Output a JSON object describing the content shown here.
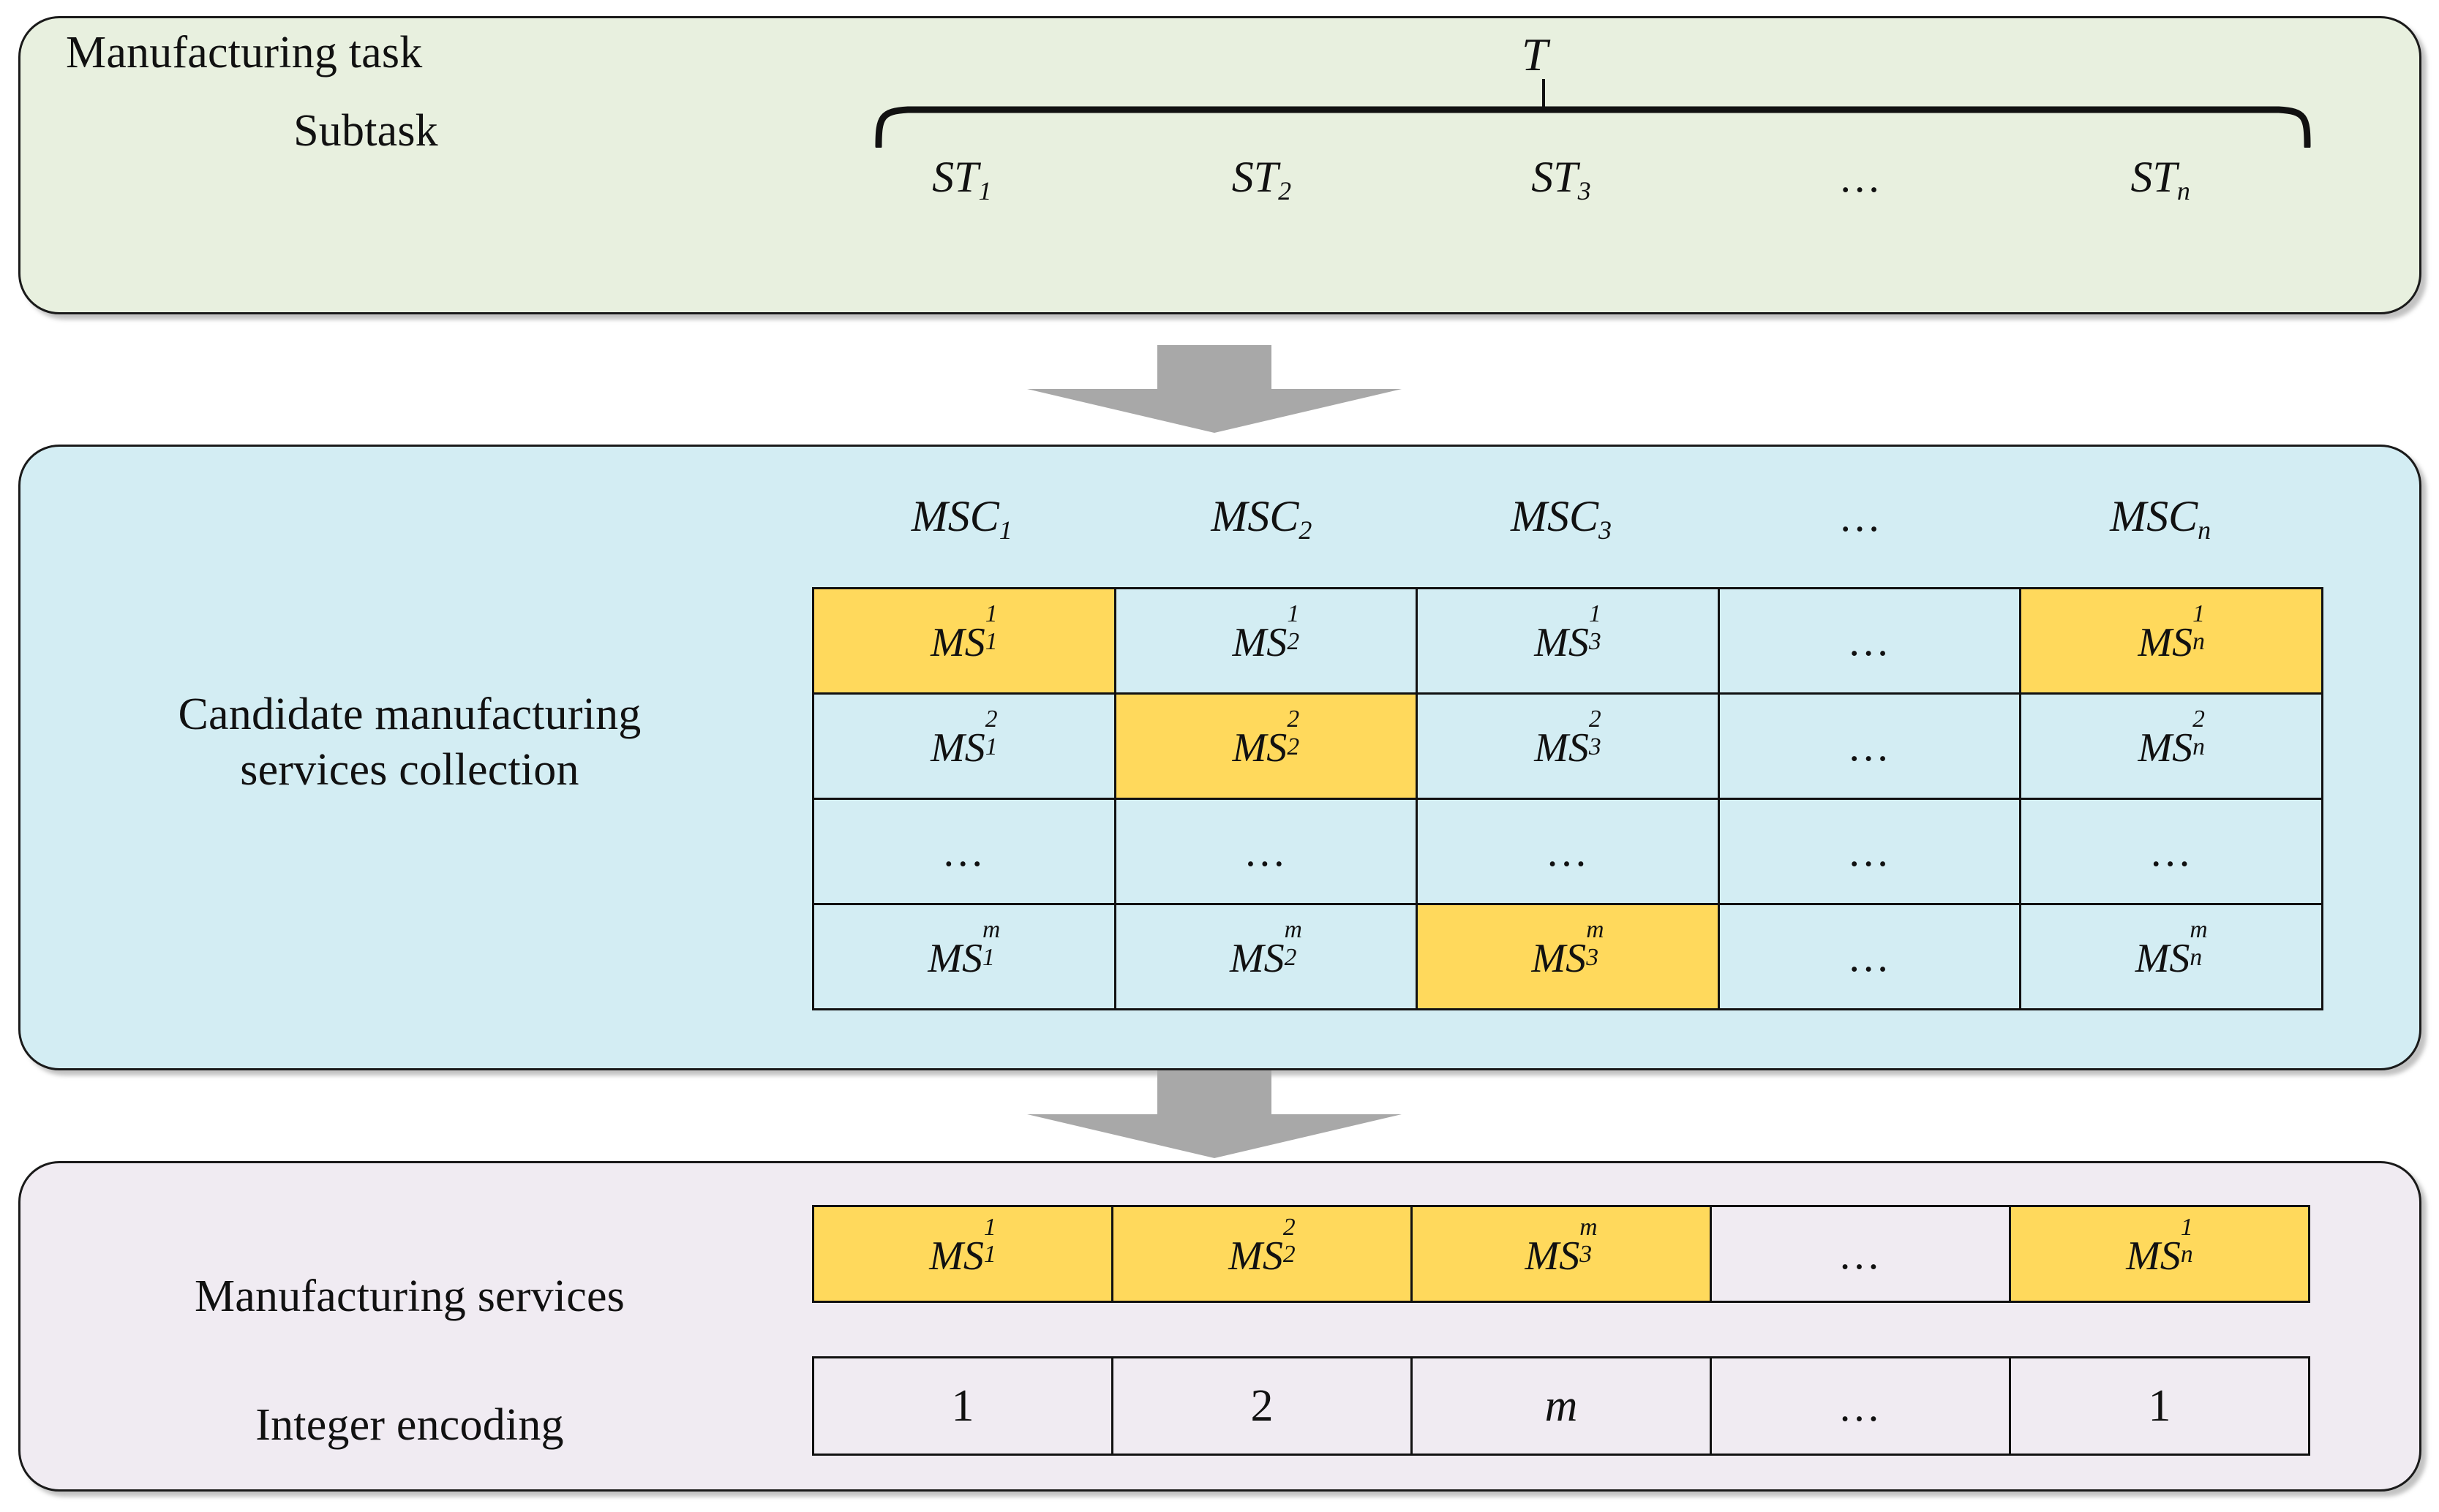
{
  "panels": {
    "task": {
      "label_task": "Manufacturing task",
      "label_subtask": "Subtask",
      "task_symbol": "T",
      "bg": "#e8f0df",
      "subtasks": [
        {
          "base": "ST",
          "sub": "1"
        },
        {
          "base": "ST",
          "sub": "2"
        },
        {
          "base": "ST",
          "sub": "3"
        },
        {
          "base": "…",
          "sub": ""
        },
        {
          "base": "ST",
          "sub": "n"
        }
      ]
    },
    "candidate": {
      "label": "Candidate manufacturing\nservices collection",
      "bg": "#d3edf3",
      "headers": [
        {
          "base": "MSC",
          "sub": "1"
        },
        {
          "base": "MSC",
          "sub": "2"
        },
        {
          "base": "MSC",
          "sub": "3"
        },
        {
          "base": "…",
          "sub": ""
        },
        {
          "base": "MSC",
          "sub": "n"
        }
      ],
      "grid": [
        [
          {
            "base": "MS",
            "sub": "1",
            "sup": "1",
            "highlight": true
          },
          {
            "base": "MS",
            "sub": "2",
            "sup": "1",
            "highlight": false
          },
          {
            "base": "MS",
            "sub": "3",
            "sup": "1",
            "highlight": false
          },
          {
            "base": "…",
            "sub": "",
            "sup": "",
            "highlight": false
          },
          {
            "base": "MS",
            "sub": "n",
            "sup": "1",
            "highlight": true
          }
        ],
        [
          {
            "base": "MS",
            "sub": "1",
            "sup": "2",
            "highlight": false
          },
          {
            "base": "MS",
            "sub": "2",
            "sup": "2",
            "highlight": true
          },
          {
            "base": "MS",
            "sub": "3",
            "sup": "2",
            "highlight": false
          },
          {
            "base": "…",
            "sub": "",
            "sup": "",
            "highlight": false
          },
          {
            "base": "MS",
            "sub": "n",
            "sup": "2",
            "highlight": false
          }
        ],
        [
          {
            "base": "…",
            "sub": "",
            "sup": "",
            "highlight": false
          },
          {
            "base": "…",
            "sub": "",
            "sup": "",
            "highlight": false
          },
          {
            "base": "…",
            "sub": "",
            "sup": "",
            "highlight": false
          },
          {
            "base": "…",
            "sub": "",
            "sup": "",
            "highlight": false
          },
          {
            "base": "…",
            "sub": "",
            "sup": "",
            "highlight": false
          }
        ],
        [
          {
            "base": "MS",
            "sub": "1",
            "sup": "m",
            "highlight": false
          },
          {
            "base": "MS",
            "sub": "2",
            "sup": "m",
            "highlight": false
          },
          {
            "base": "MS",
            "sub": "3",
            "sup": "m",
            "highlight": true
          },
          {
            "base": "…",
            "sub": "",
            "sup": "",
            "highlight": false
          },
          {
            "base": "MS",
            "sub": "n",
            "sup": "m",
            "highlight": false
          }
        ]
      ]
    },
    "encoding": {
      "label_services": "Manufacturing services",
      "label_integer": "Integer encoding",
      "bg": "#f0ebf2",
      "services": [
        {
          "base": "MS",
          "sub": "1",
          "sup": "1",
          "highlight": true
        },
        {
          "base": "MS",
          "sub": "2",
          "sup": "2",
          "highlight": true
        },
        {
          "base": "MS",
          "sub": "3",
          "sup": "m",
          "highlight": true
        },
        {
          "base": "…",
          "sub": "",
          "sup": "",
          "highlight": false
        },
        {
          "base": "MS",
          "sub": "n",
          "sup": "1",
          "highlight": true
        }
      ],
      "integers": [
        "1",
        "2",
        "m",
        "…",
        "1"
      ]
    }
  },
  "arrows": [
    {
      "name": "arrow-task-to-candidate",
      "color": "#a8a8a8"
    },
    {
      "name": "arrow-candidate-to-encoding",
      "color": "#a8a8a8"
    }
  ],
  "colors": {
    "panel_task_bg": "#e8f0df",
    "panel_candidate_bg": "#d3edf3",
    "panel_encoding_bg": "#f0ebf2",
    "highlight": "#ffd95c",
    "border": "#111111",
    "arrow": "#a8a8a8"
  }
}
